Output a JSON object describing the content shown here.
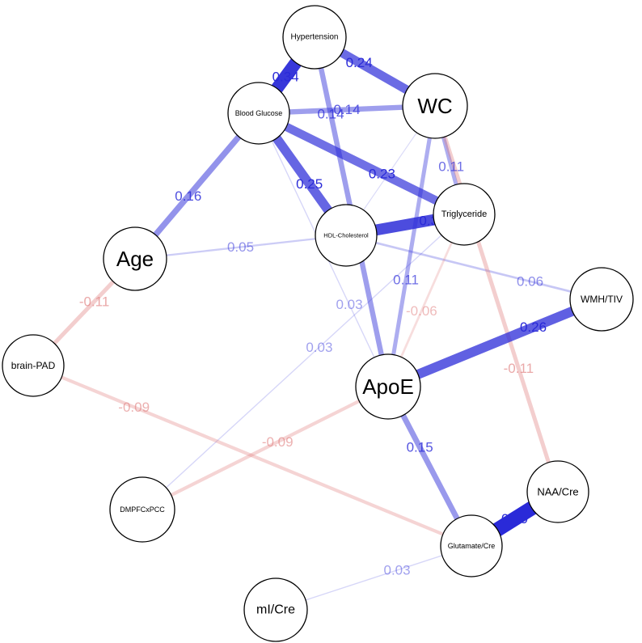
{
  "diagram": {
    "type": "network",
    "positive_color": "#2a2ad8",
    "negative_color": "#e07f7f",
    "nodes": [
      {
        "id": "hypertension",
        "label": "Hypertension"
      },
      {
        "id": "wc",
        "label": "WC"
      },
      {
        "id": "blood_glucose",
        "label": "Blood Glucose"
      },
      {
        "id": "triglyceride",
        "label": "Triglyceride"
      },
      {
        "id": "hdl",
        "label": "HDL-Cholesterol"
      },
      {
        "id": "age",
        "label": "Age"
      },
      {
        "id": "wmh_tiv",
        "label": "WMH/TIV"
      },
      {
        "id": "brain_pad",
        "label": "brain-PAD"
      },
      {
        "id": "apoe",
        "label": "ApoE"
      },
      {
        "id": "naa_cre",
        "label": "NAA/Cre"
      },
      {
        "id": "dmpfc_pcc",
        "label": "DMPFCxPCC"
      },
      {
        "id": "glutamate_cre",
        "label": "Glutamate/Cre"
      },
      {
        "id": "mi_cre",
        "label": "mI/Cre"
      }
    ],
    "edges": [
      {
        "source": "hypertension",
        "target": "blood_glucose",
        "weight": 0.34,
        "label": "0.34"
      },
      {
        "source": "hypertension",
        "target": "wc",
        "weight": 0.24,
        "label": "0.24"
      },
      {
        "source": "blood_glucose",
        "target": "wc",
        "weight": 0.14,
        "label": "0.14"
      },
      {
        "source": "hypertension",
        "target": "apoe",
        "weight": 0.14,
        "label": "0.14"
      },
      {
        "source": "wc",
        "target": "triglyceride",
        "weight": 0.11,
        "label": "0.11"
      },
      {
        "source": "wc",
        "target": "apoe",
        "weight": 0.11,
        "label": "0.11"
      },
      {
        "source": "wc",
        "target": "hdl",
        "weight": 0.02,
        "label": ""
      },
      {
        "source": "wc",
        "target": "naa_cre",
        "weight": -0.11,
        "label": "-0.11"
      },
      {
        "source": "blood_glucose",
        "target": "hdl",
        "weight": 0.25,
        "label": "0.25"
      },
      {
        "source": "blood_glucose",
        "target": "triglyceride",
        "weight": 0.23,
        "label": "0.23"
      },
      {
        "source": "blood_glucose",
        "target": "age",
        "weight": 0.16,
        "label": "0.16"
      },
      {
        "source": "blood_glucose",
        "target": "apoe",
        "weight": 0.03,
        "label": "0.03"
      },
      {
        "source": "hdl",
        "target": "triglyceride",
        "weight": 0.3,
        "label": "0.3"
      },
      {
        "source": "hdl",
        "target": "age",
        "weight": 0.05,
        "label": "0.05"
      },
      {
        "source": "hdl",
        "target": "wmh_tiv",
        "weight": 0.06,
        "label": "0.06"
      },
      {
        "source": "triglyceride",
        "target": "apoe",
        "weight": -0.06,
        "label": "-0.06"
      },
      {
        "source": "triglyceride",
        "target": "dmpfc_pcc",
        "weight": 0.03,
        "label": "0.03"
      },
      {
        "source": "age",
        "target": "brain_pad",
        "weight": -0.11,
        "label": "-0.11"
      },
      {
        "source": "apoe",
        "target": "wmh_tiv",
        "weight": 0.26,
        "label": "0.26"
      },
      {
        "source": "apoe",
        "target": "glutamate_cre",
        "weight": 0.15,
        "label": "0.15"
      },
      {
        "source": "apoe",
        "target": "dmpfc_pcc",
        "weight": -0.09,
        "label": "-0.09"
      },
      {
        "source": "brain_pad",
        "target": "glutamate_cre",
        "weight": -0.09,
        "label": "-0.09"
      },
      {
        "source": "naa_cre",
        "target": "glutamate_cre",
        "weight": 0.39,
        "label": "0.39"
      },
      {
        "source": "glutamate_cre",
        "target": "mi_cre",
        "weight": 0.03,
        "label": "0.03"
      }
    ]
  }
}
